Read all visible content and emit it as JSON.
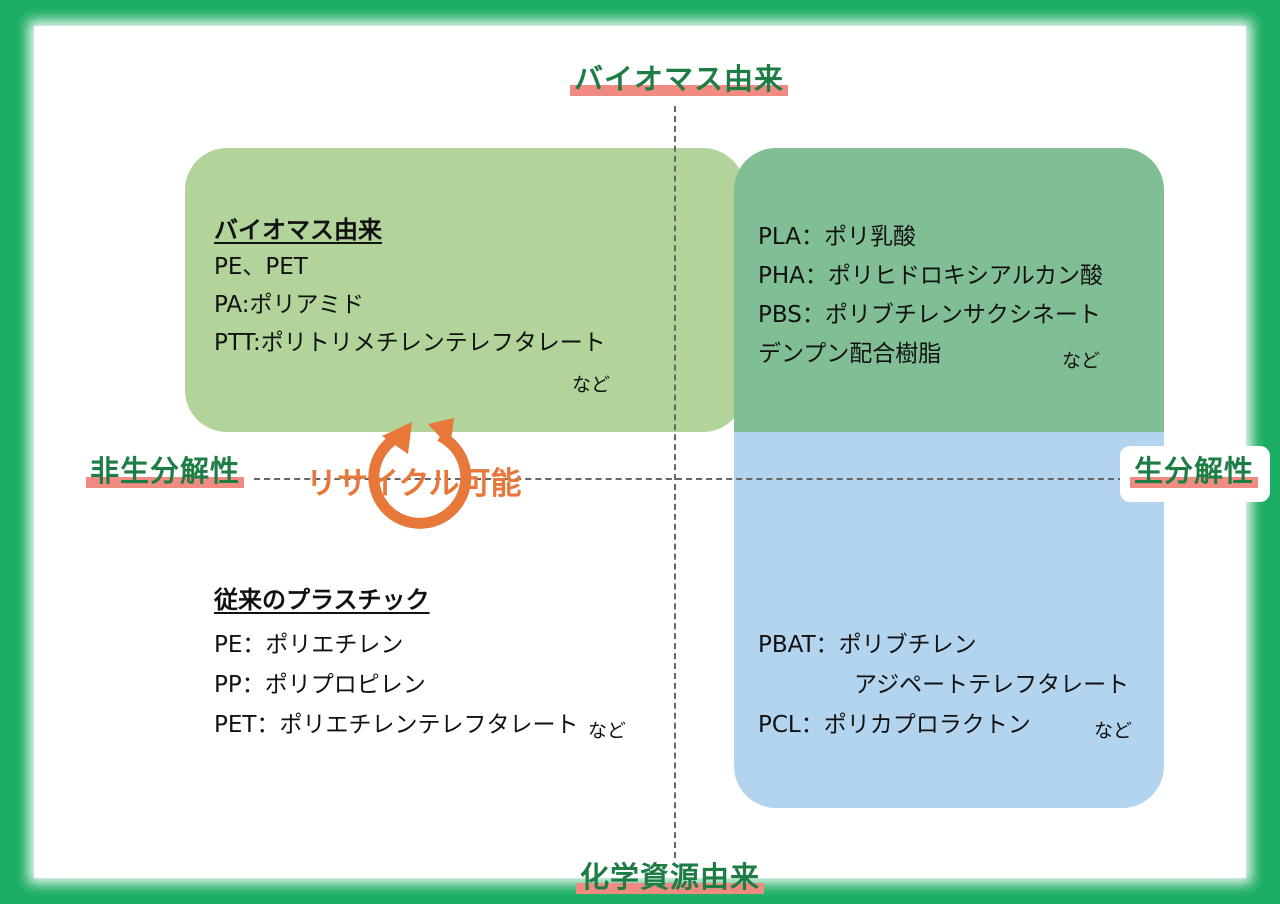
{
  "axes": {
    "top": "バイオマス由来",
    "bottom": "化学資源由来",
    "left": "非生分解性",
    "right": "生分解性"
  },
  "quadrants": {
    "biomass_nonbiodegradable": {
      "heading": "バイオマス由来",
      "items": [
        "PE、PET",
        "PA:ポリアミド",
        "PTT:ポリトリメチレンテレフタレート"
      ],
      "etc": "など"
    },
    "biomass_biodegradable": {
      "items": [
        "PLA：ポリ乳酸",
        "PHA：ポリヒドロキシアルカン酸",
        "PBS：ポリブチレンサクシネート",
        "デンプン配合樹脂"
      ],
      "etc": "など"
    },
    "fossil_nonbiodegradable": {
      "heading": "従来のプラスチック",
      "items": [
        "PE：ポリエチレン",
        "PP：ポリプロピレン",
        "PET：ポリエチレンテレフタレート"
      ],
      "etc": "など"
    },
    "fossil_biodegradable": {
      "items": [
        "PBAT：ポリブチレン",
        "アジペートテレフタレート",
        "PCL：ポリカプロラクトン"
      ],
      "etc": "など"
    }
  },
  "recycle": {
    "label": "リサイクル可能",
    "icon": "circular-arrows-icon",
    "color": "#e8773a"
  },
  "colors": {
    "frame": "#1aad63",
    "biomass_nonbio_region": "#b2d399",
    "biomass_bio_region": "#80be95",
    "fossil_bio_region": "#b3d4ee",
    "axis_text": "#1e7d45",
    "axis_highlight": "#f08b82"
  }
}
